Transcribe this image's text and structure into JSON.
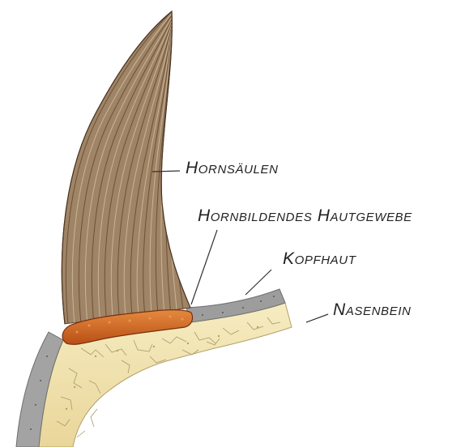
{
  "labels": {
    "hornsaeulen": "Hornsäulen",
    "hornbildendes_hautgewebe": "Hornbildendes Hautgewebe",
    "kopfhaut": "Kopfhaut",
    "nasenbein": "Nasenbein"
  },
  "colors": {
    "horn": "#a08466",
    "horn_stripe": "#6b5138",
    "horn_light": "#cdb89c",
    "dermis": "#c8581c",
    "dermis_light": "#e0813c",
    "skin": "#9a9a9a",
    "bone": "#f3e7b5",
    "bone_crack": "#a79a6c"
  }
}
